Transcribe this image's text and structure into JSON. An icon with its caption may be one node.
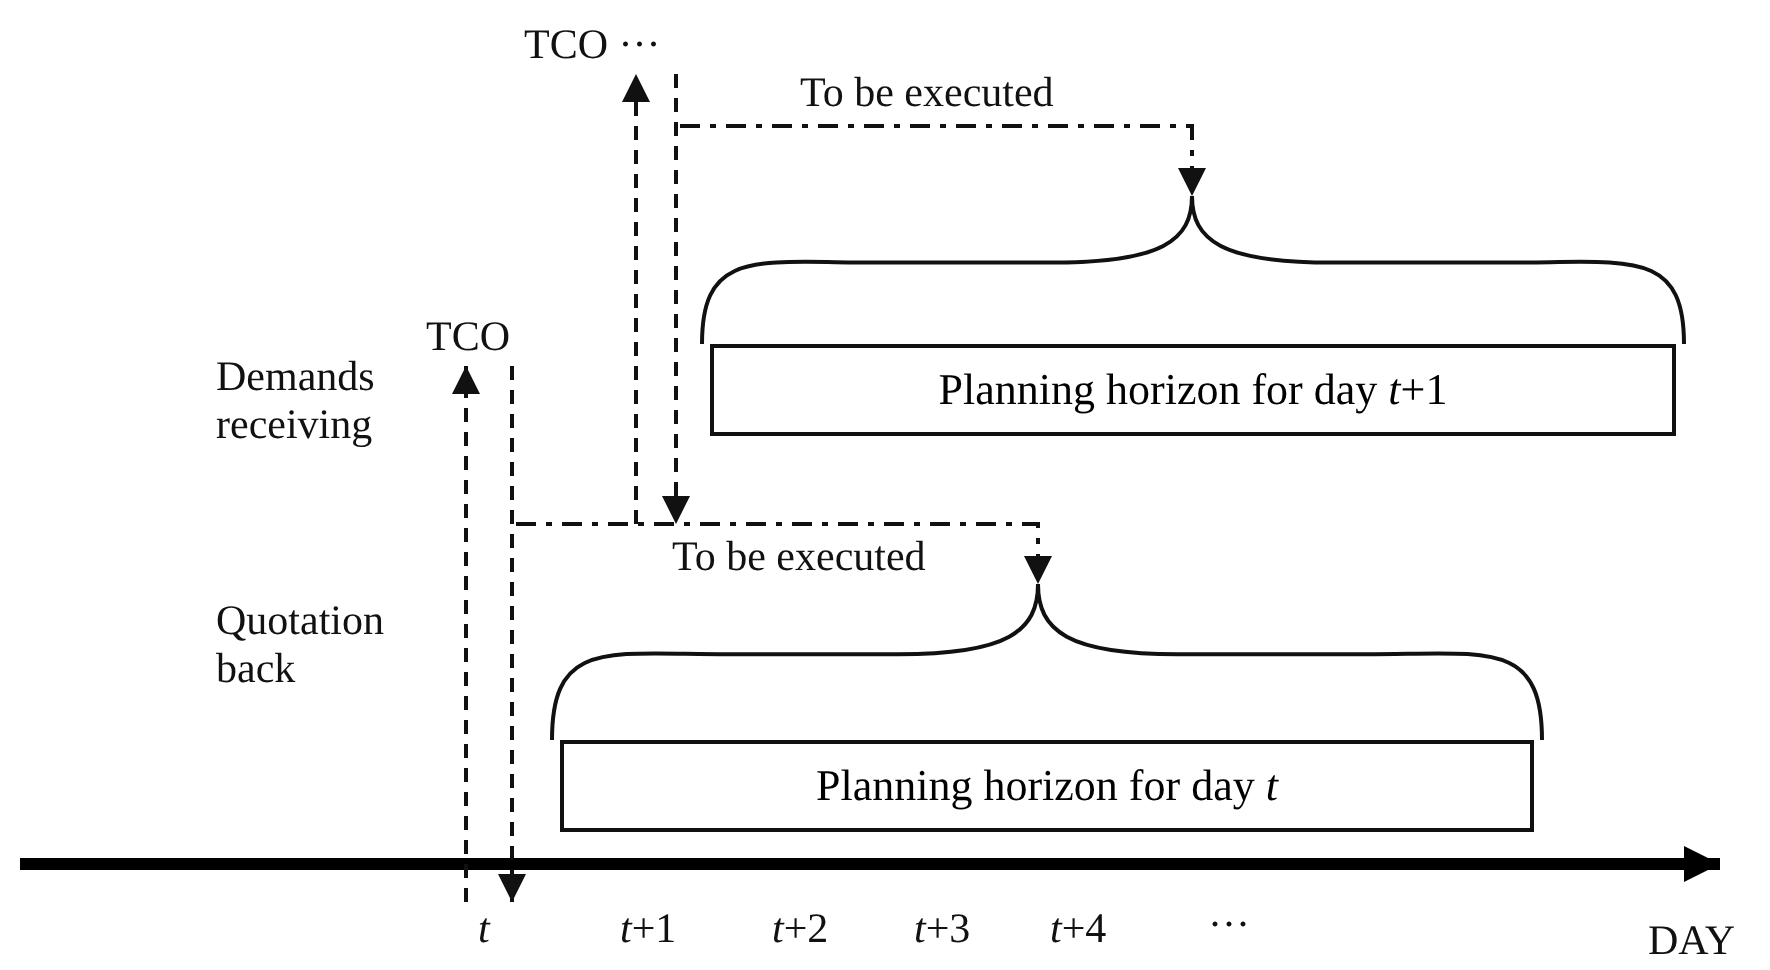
{
  "diagram": {
    "nodes": [
      {
        "text": [
          "TCO ···"
        ]
      },
      {
        "text": [
          "Planning horizon for day *t*+1"
        ]
      },
      {
        "text": [
          "TCO"
        ]
      },
      {
        "text": [
          "Planning horizon for day *t*"
        ]
      },
      {
        "text": [
          "*t*"
        ]
      }
    ],
    "edges": [
      {
        "from": null,
        "to": 0,
        "arrow": "to",
        "style": "dashed"
      },
      {
        "from": 0,
        "to": null,
        "arrow": "to",
        "style": "dashed"
      },
      {
        "from": null,
        "to": 1,
        "arrow": "to",
        "label": "To be executed",
        "style": "dashed"
      },
      {
        "from": 4,
        "to": 2,
        "arrow": "to",
        "style": "dashed"
      },
      {
        "from": 2,
        "to": 4,
        "arrow": "to",
        "style": "dashed"
      },
      {
        "from": null,
        "to": 3,
        "arrow": "to",
        "label": "To be executed",
        "style": "dashed"
      }
    ],
    "labels": [
      "Demands receiving",
      "Quotation back",
      "*t*+1",
      "*t*+2",
      "*t*+3",
      "*t*+4",
      "···",
      "DAY"
    ]
  }
}
